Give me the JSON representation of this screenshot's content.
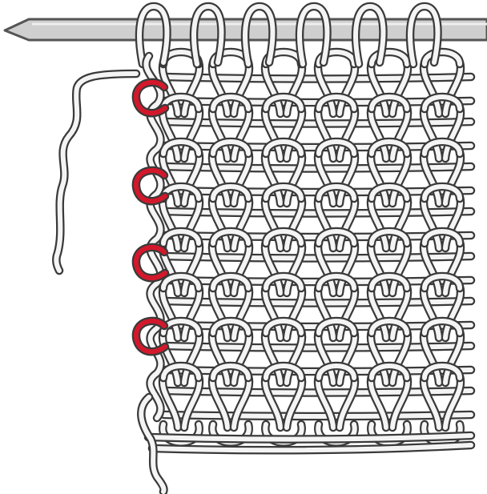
{
  "illustration": {
    "subject": "knitted-fabric-edge-on-needle",
    "stitch_columns": 6,
    "stitch_rows": 8,
    "highlighted_edge_loops": 4,
    "colors": {
      "background": "#ffffff",
      "yarn": "#f4f4f4",
      "outline": "#3a3a3a",
      "needle": "#cfcfcf",
      "needle_outline": "#555555",
      "highlight": "#d3182b"
    }
  }
}
